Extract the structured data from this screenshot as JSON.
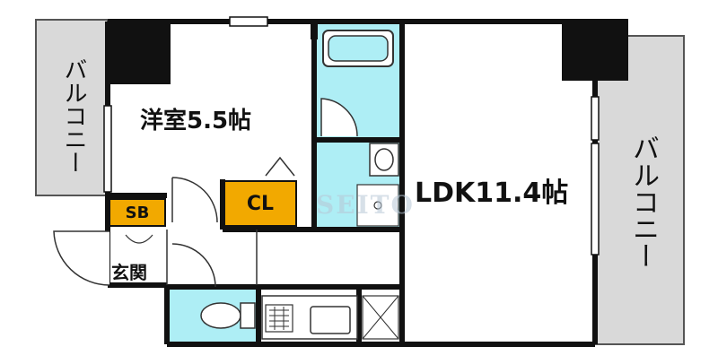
{
  "rooms": {
    "western_room": "洋室5.5帖",
    "ldk": "LDK11.4帖",
    "balcony_left": "バルコニー",
    "balcony_right": "バルコニー",
    "entrance": "玄関",
    "closet": "CL",
    "shoe_box": "SB"
  },
  "watermark": "SEITO",
  "colors": {
    "wall": "#111111",
    "balcony": "#d9d9d9",
    "wet_area": "#aeeef5",
    "storage": "#f2a900"
  }
}
